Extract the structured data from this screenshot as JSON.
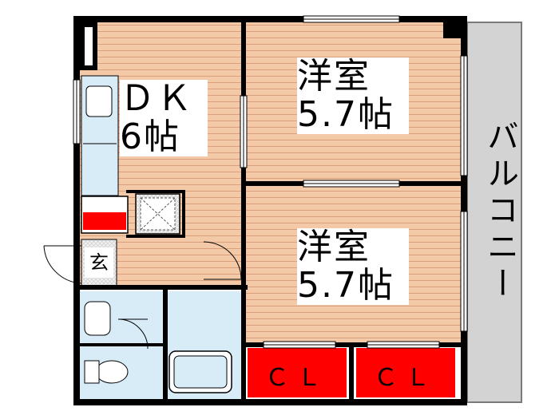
{
  "rooms": {
    "dk": {
      "line1": "ＤＫ",
      "line2": "6帖"
    },
    "room1": {
      "line1": "洋室",
      "line2": "5.7帖"
    },
    "room2": {
      "line1": "洋室",
      "line2": "5.7帖"
    }
  },
  "closets": {
    "left": "ＣＬ",
    "right": "ＣＬ"
  },
  "entrance": "玄",
  "balcony": "バルコニー",
  "colors": {
    "floor_wood": "#f4c9a7",
    "floor_line": "#d9a07c",
    "wall": "#000000",
    "wet_area": "#d8ecf8",
    "closet_red": "#ff0000",
    "balcony_gray": "#d3d3d3"
  }
}
